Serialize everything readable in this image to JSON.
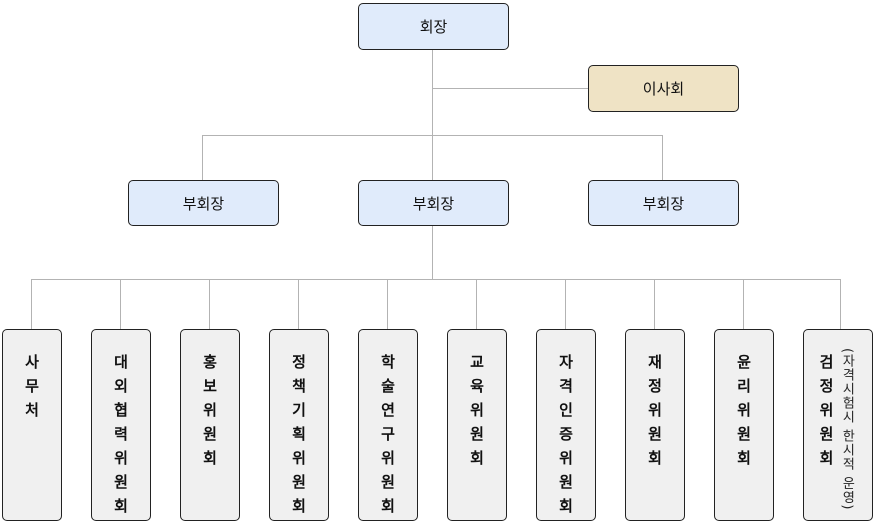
{
  "chairman": {
    "label": "회장"
  },
  "board": {
    "label": "이사회"
  },
  "vice_chairs": [
    {
      "label": "부회장"
    },
    {
      "label": "부회장"
    },
    {
      "label": "부회장"
    }
  ],
  "committees": [
    {
      "label": "사무처"
    },
    {
      "label": "대외협력위원회"
    },
    {
      "label": "홍보위원회"
    },
    {
      "label": "정책기획위원회"
    },
    {
      "label": "학술연구위원회"
    },
    {
      "label": "교육위원회"
    },
    {
      "label": "자격인증위원회"
    },
    {
      "label": "재정위원회"
    },
    {
      "label": "윤리위원회"
    },
    {
      "label": "검정위원회",
      "note": "(자격시험시 한시적 운영)"
    }
  ],
  "colors": {
    "top": "#e0ebfb",
    "board": "#efe3c5",
    "committee": "#f0f0f0",
    "connector": "#b3b3b3"
  }
}
